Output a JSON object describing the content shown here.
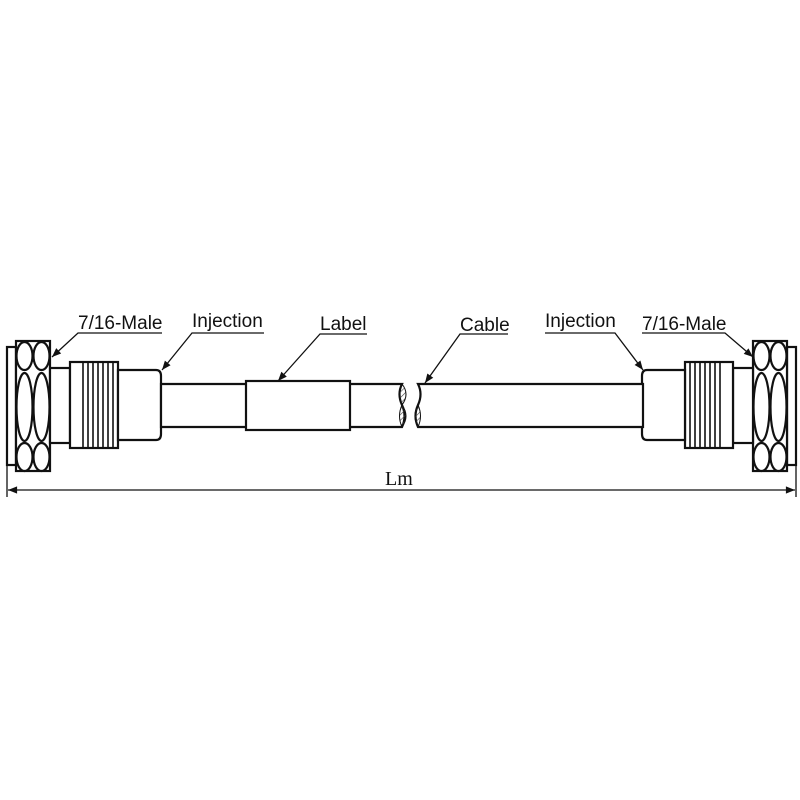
{
  "labels": {
    "left_connector": "7/16-Male",
    "left_injection": "Injection",
    "label": "Label",
    "cable": "Cable",
    "right_injection": "Injection",
    "right_connector": "7/16-Male"
  },
  "dimension": "Lm",
  "colors": {
    "line": "#111111",
    "background": "#ffffff"
  }
}
